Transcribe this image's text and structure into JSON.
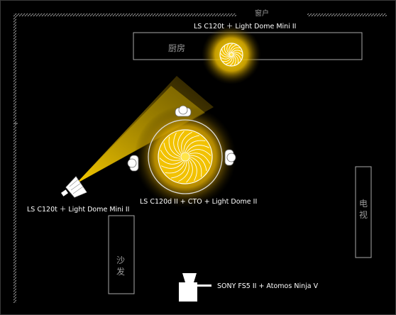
{
  "window_label": "窗户",
  "rooms": {
    "kitchen": "厨房",
    "tv": "电视",
    "sofa": "沙发"
  },
  "lights": {
    "top": "LS C120t ＋ Light Dome Mini II",
    "left": "LS C120t ＋ Light Dome Mini II",
    "center": "LS C120d II + CTO + Light Dome II"
  },
  "camera": "SONY FS5 II + Atomos Ninja V",
  "colors": {
    "light_glow": "#ffd400",
    "furniture_stroke": "#a8a8a8",
    "wall": "#8a8a8a",
    "label_text": "#ffffff"
  }
}
